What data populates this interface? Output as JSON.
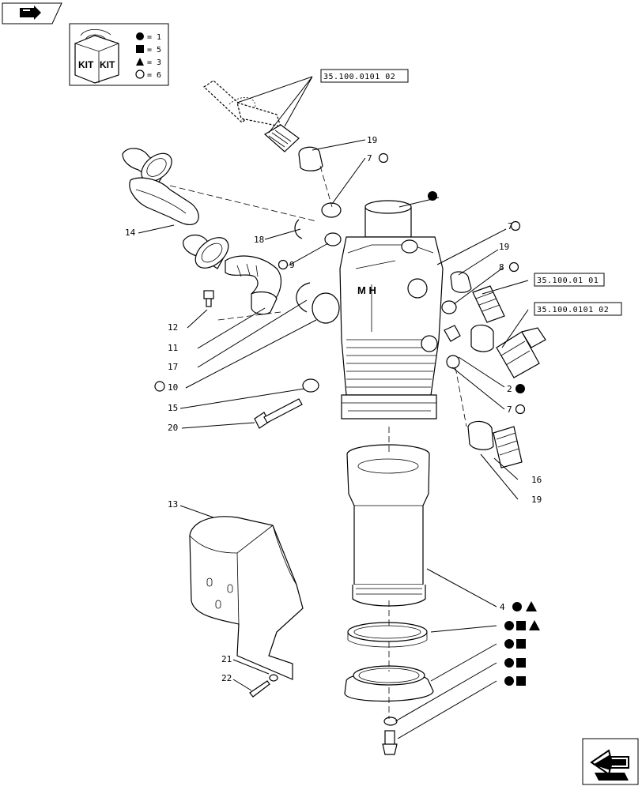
{
  "kit_legend": {
    "kit_label_1": "KIT",
    "kit_label_2": "KIT",
    "rows": [
      {
        "symbol": "filled-circle",
        "text": "= 1"
      },
      {
        "symbol": "filled-square",
        "text": "= 5"
      },
      {
        "symbol": "filled-triangle",
        "text": "= 3"
      },
      {
        "symbol": "open-circle",
        "text": "= 6"
      }
    ]
  },
  "references": {
    "ref_top": "35.100.0101 02",
    "ref_mid": "35.100.01 01",
    "ref_right": "35.100.0101 02"
  },
  "callouts": {
    "c19a": "19",
    "c7a": "7",
    "c7b": "7",
    "c19b": "19",
    "c8": "8",
    "c14": "14",
    "c18": "18",
    "c9": "9",
    "c12": "12",
    "c11": "11",
    "c17": "17",
    "c10": "10",
    "c15": "15",
    "c20": "20",
    "c2": "2",
    "c7c": "7",
    "c16": "16",
    "c19c": "19",
    "c13": "13",
    "c4": "4",
    "c21": "21",
    "c22": "22"
  },
  "colors": {
    "ink": "#000000",
    "paper": "#ffffff"
  },
  "icons": [
    "nav-back-icon",
    "kit-box-icon",
    "next-page-icon"
  ]
}
